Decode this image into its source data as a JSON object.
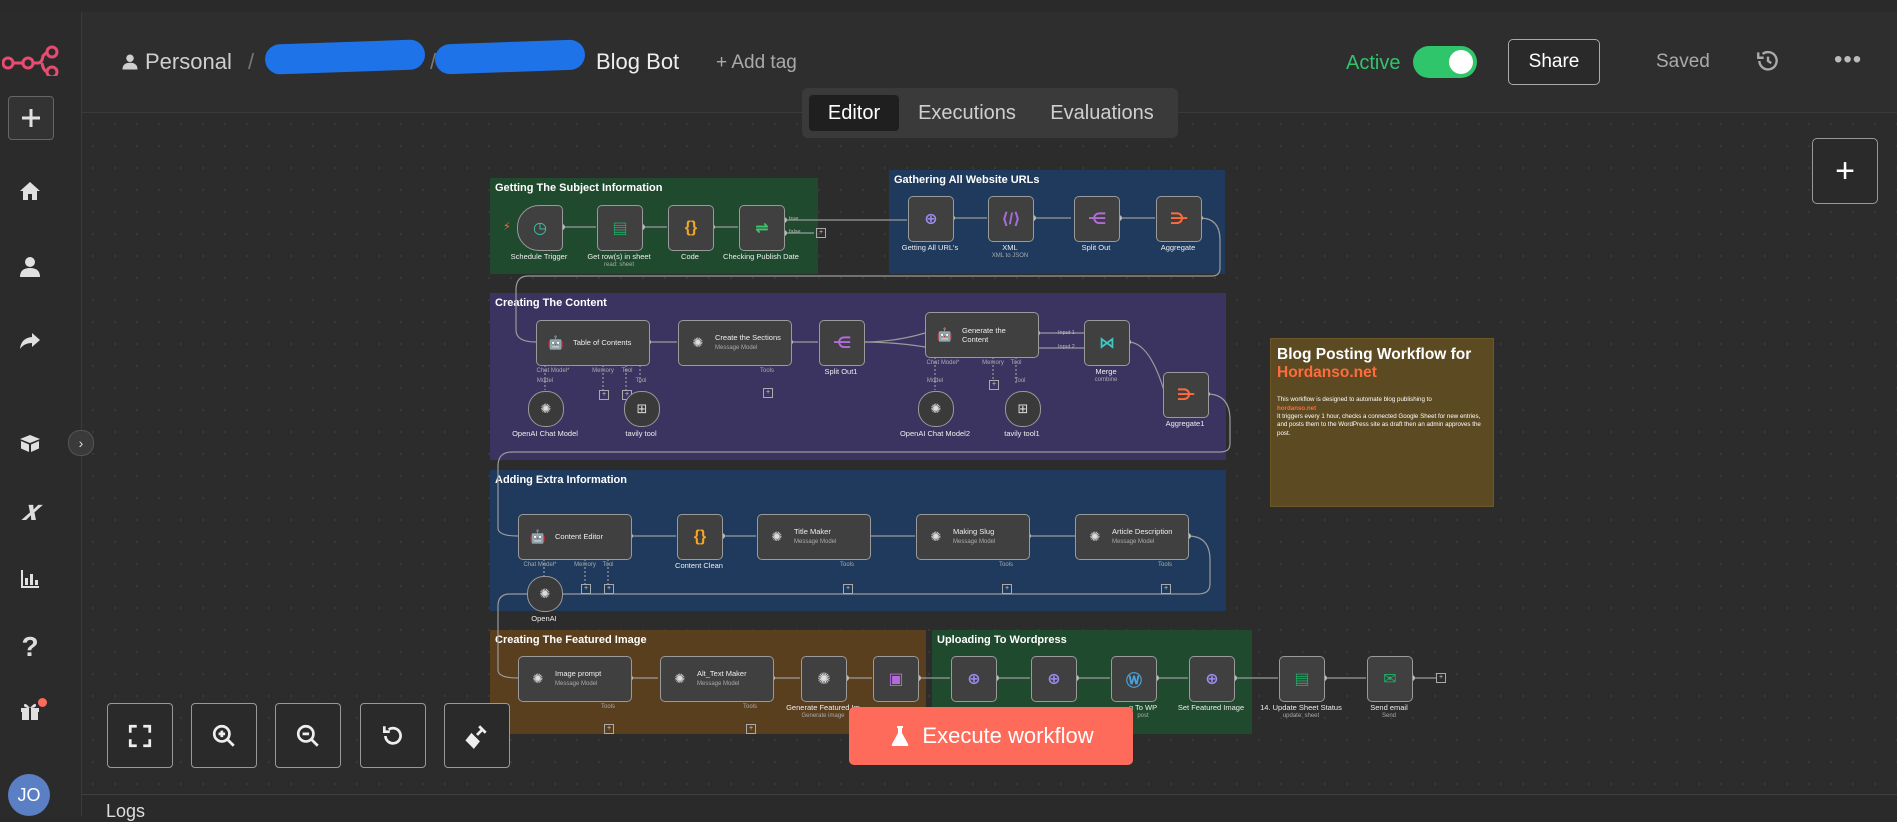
{
  "colors": {
    "accent": "#ff6b5b",
    "active": "#31c46b",
    "group_green": "#1f4a2e",
    "group_blue": "#1f3a5c",
    "group_purple": "#3c3460",
    "group_orange": "#5a3f1f"
  },
  "header": {
    "project": "Personal",
    "workflow_name": "Blog Bot",
    "add_tag": "+ Add tag",
    "active_label": "Active",
    "share": "Share",
    "saved": "Saved"
  },
  "tabs": [
    "Editor",
    "Executions",
    "Evaluations"
  ],
  "sidebar": {
    "avatar": "JO"
  },
  "groups": {
    "g1": "Getting The Subject Information",
    "g2": "Gathering All Website URLs",
    "g3": "Creating The Content",
    "g4": "Adding Extra Information",
    "g5": "Creating The Featured Image",
    "g6": "Uploading To Wordpress"
  },
  "nodes": {
    "schedule": "Schedule Trigger",
    "getrows": "Get row(s) in sheet",
    "getrows_sub": "read: sheet",
    "code": "Code",
    "checking": "Checking Publish Date",
    "true": "true",
    "false": "false",
    "geturls": "Getting All URL's",
    "xml": "XML",
    "xml_sub": "XML to JSON",
    "splitout": "Split Out",
    "aggregate": "Aggregate",
    "toc": "Table of Contents",
    "sections": "Create the Sections",
    "sections_sub": "Message Model",
    "splitout1": "Split Out1",
    "generate": "Generate the Content",
    "merge": "Merge",
    "merge_sub": "combine",
    "input1": "Input 1",
    "input2": "Input 2",
    "aggregate1": "Aggregate1",
    "openai1": "OpenAI Chat Model",
    "tavily1": "tavily tool",
    "openai2": "OpenAI Chat Model2",
    "tavily2": "tavily tool1",
    "chatmodel": "Chat Model*",
    "memory": "Memory",
    "tool": "Tool",
    "tools": "Tools",
    "model": "Model",
    "editor": "Content Editor",
    "clean": "Content Clean",
    "titlemaker": "Title Maker",
    "slug": "Making Slug",
    "desc": "Article Description",
    "msgmodel": "Message Model",
    "openai3": "OpenAI",
    "imgprompt": "Image prompt",
    "alttext": "Alt_Text Maker",
    "genfeat": "Generate Featured Im",
    "genfeat_sub": "Generate image",
    "towp": "g To WP",
    "towp_sub": "post",
    "setfeat": "Set Featured Image",
    "update": "14. Update Sheet Status",
    "update_sub": "update: sheet",
    "send": "Send email",
    "send_sub": "Send"
  },
  "sticky": {
    "title": "Blog Posting Workflow for",
    "highlight": "Hordanso.net",
    "p1": "This workflow is designed to automate blog publishing to",
    "p1_link": "hordanso.net",
    "p2": "It triggers every 1 hour, checks a connected Google Sheet for new entries, and posts them to the WordPress site as draft then an admin approves the post."
  },
  "execute": "Execute workflow",
  "logs": "Logs"
}
